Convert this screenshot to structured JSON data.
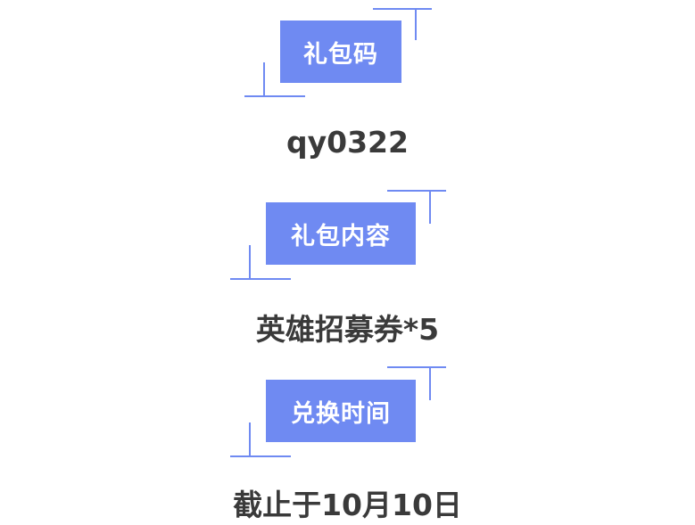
{
  "sections": [
    {
      "label": "礼包码",
      "value": "qy0322"
    },
    {
      "label": "礼包内容",
      "value": "英雄招募券*5"
    },
    {
      "label": "兑换时间",
      "value": "截止于10月10日"
    }
  ],
  "colors": {
    "accent": "#6f8af2",
    "text": "#3a3a3a",
    "label_text": "#ffffff"
  }
}
